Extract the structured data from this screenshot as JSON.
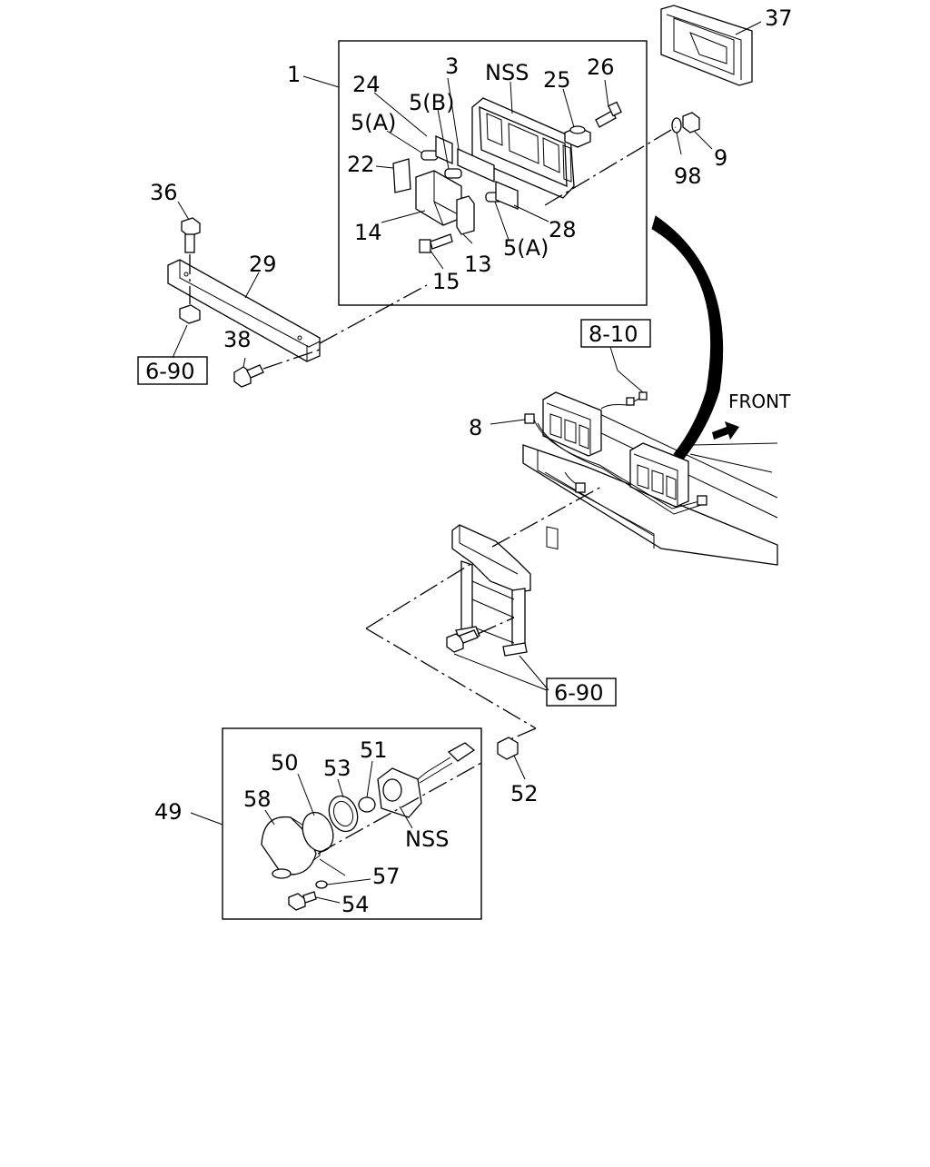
{
  "callouts": {
    "c1": "1",
    "c3": "3",
    "c5a_1": "5(A)",
    "c5a_2": "5(A)",
    "c5b": "5(B)",
    "c8": "8",
    "c9": "9",
    "c13": "13",
    "c14": "14",
    "c15": "15",
    "c22": "22",
    "c24": "24",
    "c25": "25",
    "c26": "26",
    "c28": "28",
    "c29": "29",
    "c36": "36",
    "c37": "37",
    "c38": "38",
    "c49": "49",
    "c50": "50",
    "c51": "51",
    "c52": "52",
    "c53": "53",
    "c54": "54",
    "c57": "57",
    "c58": "58",
    "c98": "98",
    "nss_top": "NSS",
    "nss_bottom": "NSS"
  },
  "references": {
    "ref_810": "8-10",
    "ref_690_left": "6-90",
    "ref_690_right": "6-90"
  },
  "direction": {
    "front": "FRONT"
  }
}
